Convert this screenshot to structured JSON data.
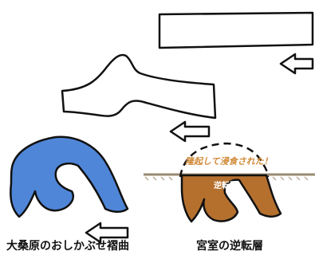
{
  "labels": {
    "left_caption": "大桑原のおしかぶせ褶曲",
    "right_caption": "宮室の逆転層",
    "erosion_note": "隆起して浸食された！",
    "inverted_layer": "逆転層"
  },
  "colors": {
    "fold_blue": "#4f86d8",
    "layer_brown": "#b5702e",
    "erosion_text": "#d08a38",
    "ground_line": "#9a8a72",
    "outline": "#111111"
  },
  "icons": [
    "arrow-left-icon",
    "arrow-left-icon",
    "arrow-left-icon"
  ]
}
